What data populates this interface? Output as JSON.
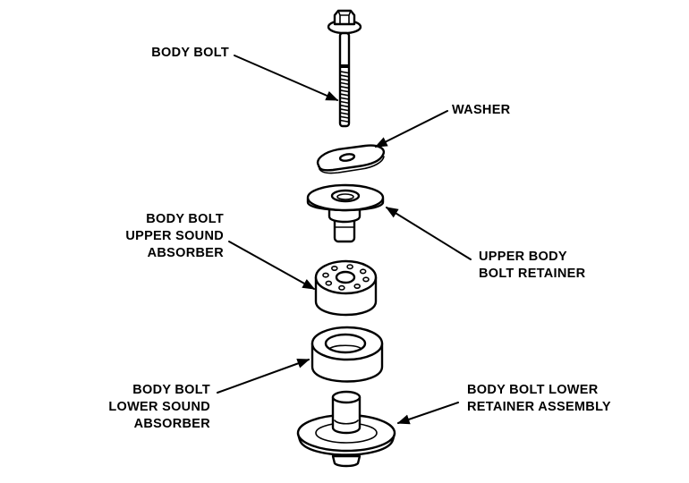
{
  "diagram": {
    "title": "Body Bolt Assembly Exploded View",
    "ink_color": "#000000",
    "background_color": "#ffffff",
    "labels": {
      "body_bolt": [
        "BODY BOLT"
      ],
      "washer": [
        "WASHER"
      ],
      "upper_body_bolt_retainer": [
        "UPPER BODY",
        "BOLT RETAINER"
      ],
      "upper_sound_absorber": [
        "BODY BOLT",
        "UPPER SOUND",
        "ABSORBER"
      ],
      "lower_sound_absorber": [
        "BODY BOLT",
        "LOWER SOUND",
        "ABSORBER"
      ],
      "lower_retainer_assembly": [
        "BODY BOLT LOWER",
        "RETAINER ASSEMBLY"
      ]
    },
    "parts_top_to_bottom": [
      "body-bolt",
      "washer",
      "upper-body-bolt-retainer",
      "body-bolt-upper-sound-absorber",
      "body-bolt-lower-sound-absorber",
      "body-bolt-lower-retainer-assembly"
    ]
  }
}
